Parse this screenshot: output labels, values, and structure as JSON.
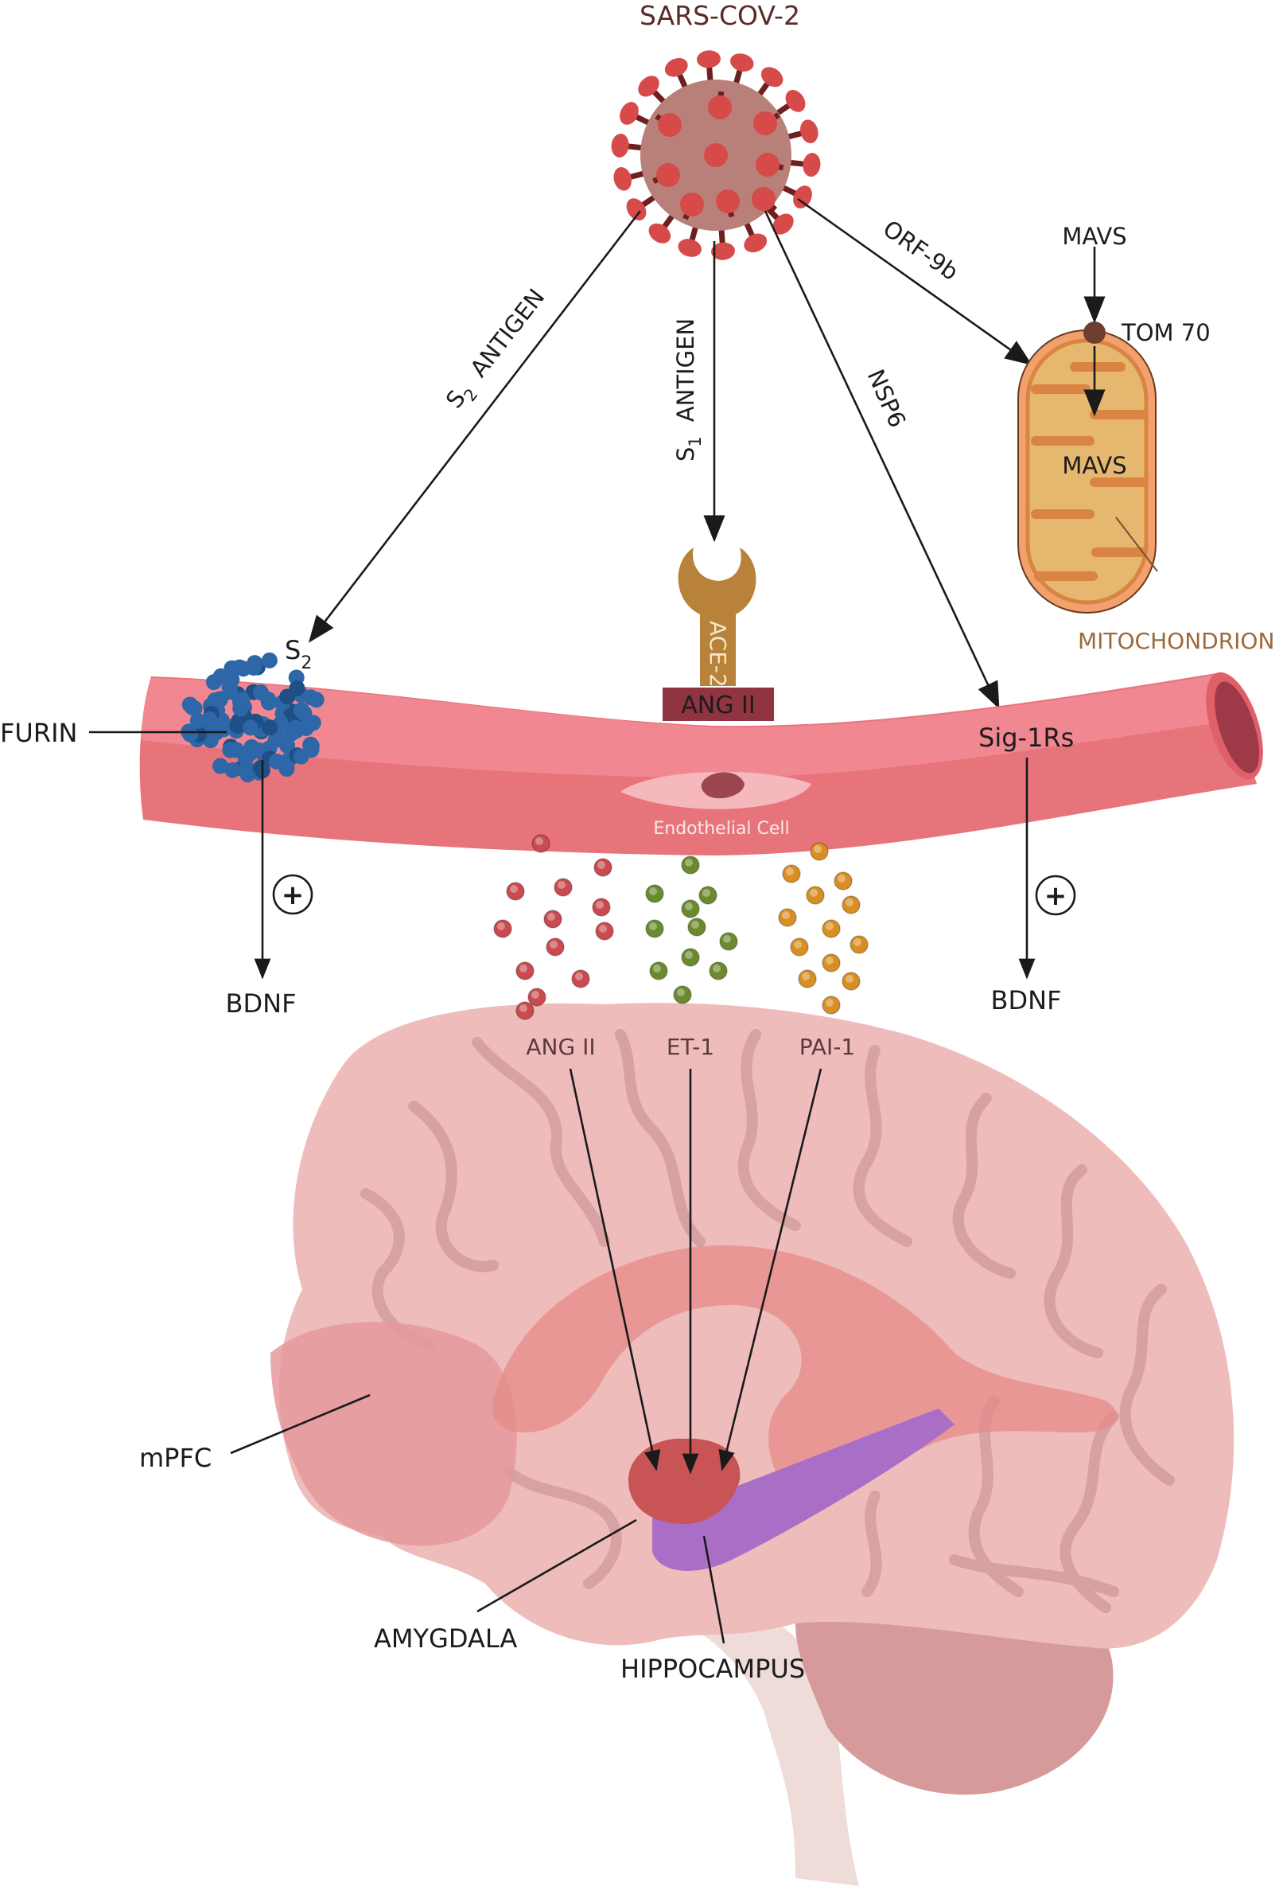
{
  "figure": {
    "title": "SARS-COV-2",
    "pathways": {
      "s2_antigen": {
        "label_main": "S",
        "label_sub": "2",
        "label_rest": "ANTIGEN"
      },
      "s1_antigen": {
        "label_main": "S",
        "label_sub": "1",
        "label_rest": "ANTIGEN"
      },
      "nsp6": {
        "label": "NSP6"
      },
      "orf9b": {
        "label": "ORF-9b"
      }
    },
    "mitochondrion": {
      "label": "MITOCHONDRION",
      "mavs_top": "MAVS",
      "tom70": "TOM 70",
      "mavs_inner": "MAVS"
    },
    "vessel": {
      "furin": "FURIN",
      "s2_target_main": "S",
      "s2_target_sub": "2",
      "ace2": "ACE-2",
      "ang2_box": "ANG II",
      "endothelial_cell": "Endothelial Cell",
      "sig1rs": "Sig-1Rs",
      "left_effect": {
        "symbol": "+",
        "target": "BDNF"
      },
      "right_effect": {
        "symbol": "+",
        "target": "BDNF"
      }
    },
    "released_factors": [
      {
        "label": "ANG II",
        "color": "#c94a4f"
      },
      {
        "label": "ET-1",
        "color": "#6b8a2e"
      },
      {
        "label": "PAI-1",
        "color": "#d98e22"
      }
    ],
    "brain": {
      "mpfc": "mPFC",
      "amygdala": "AMYGDALA",
      "hippocampus": "HIPPOCAMPUS"
    },
    "colors": {
      "virus_body": "#b9807a",
      "virus_spike": "#d64a4a",
      "virus_stalk": "#6e2020",
      "vessel": "#e9767c",
      "vessel_light": "#f08a90",
      "furin": "#2e67a8",
      "ace2": "#b9823a",
      "ang2_box": "#8f3440",
      "mito_outer": "#f2a06e",
      "mito_inner": "#e5b36c",
      "brain": "#efbcbc",
      "amygdala": "#c85456",
      "hippocampus": "#a96fc6"
    }
  }
}
